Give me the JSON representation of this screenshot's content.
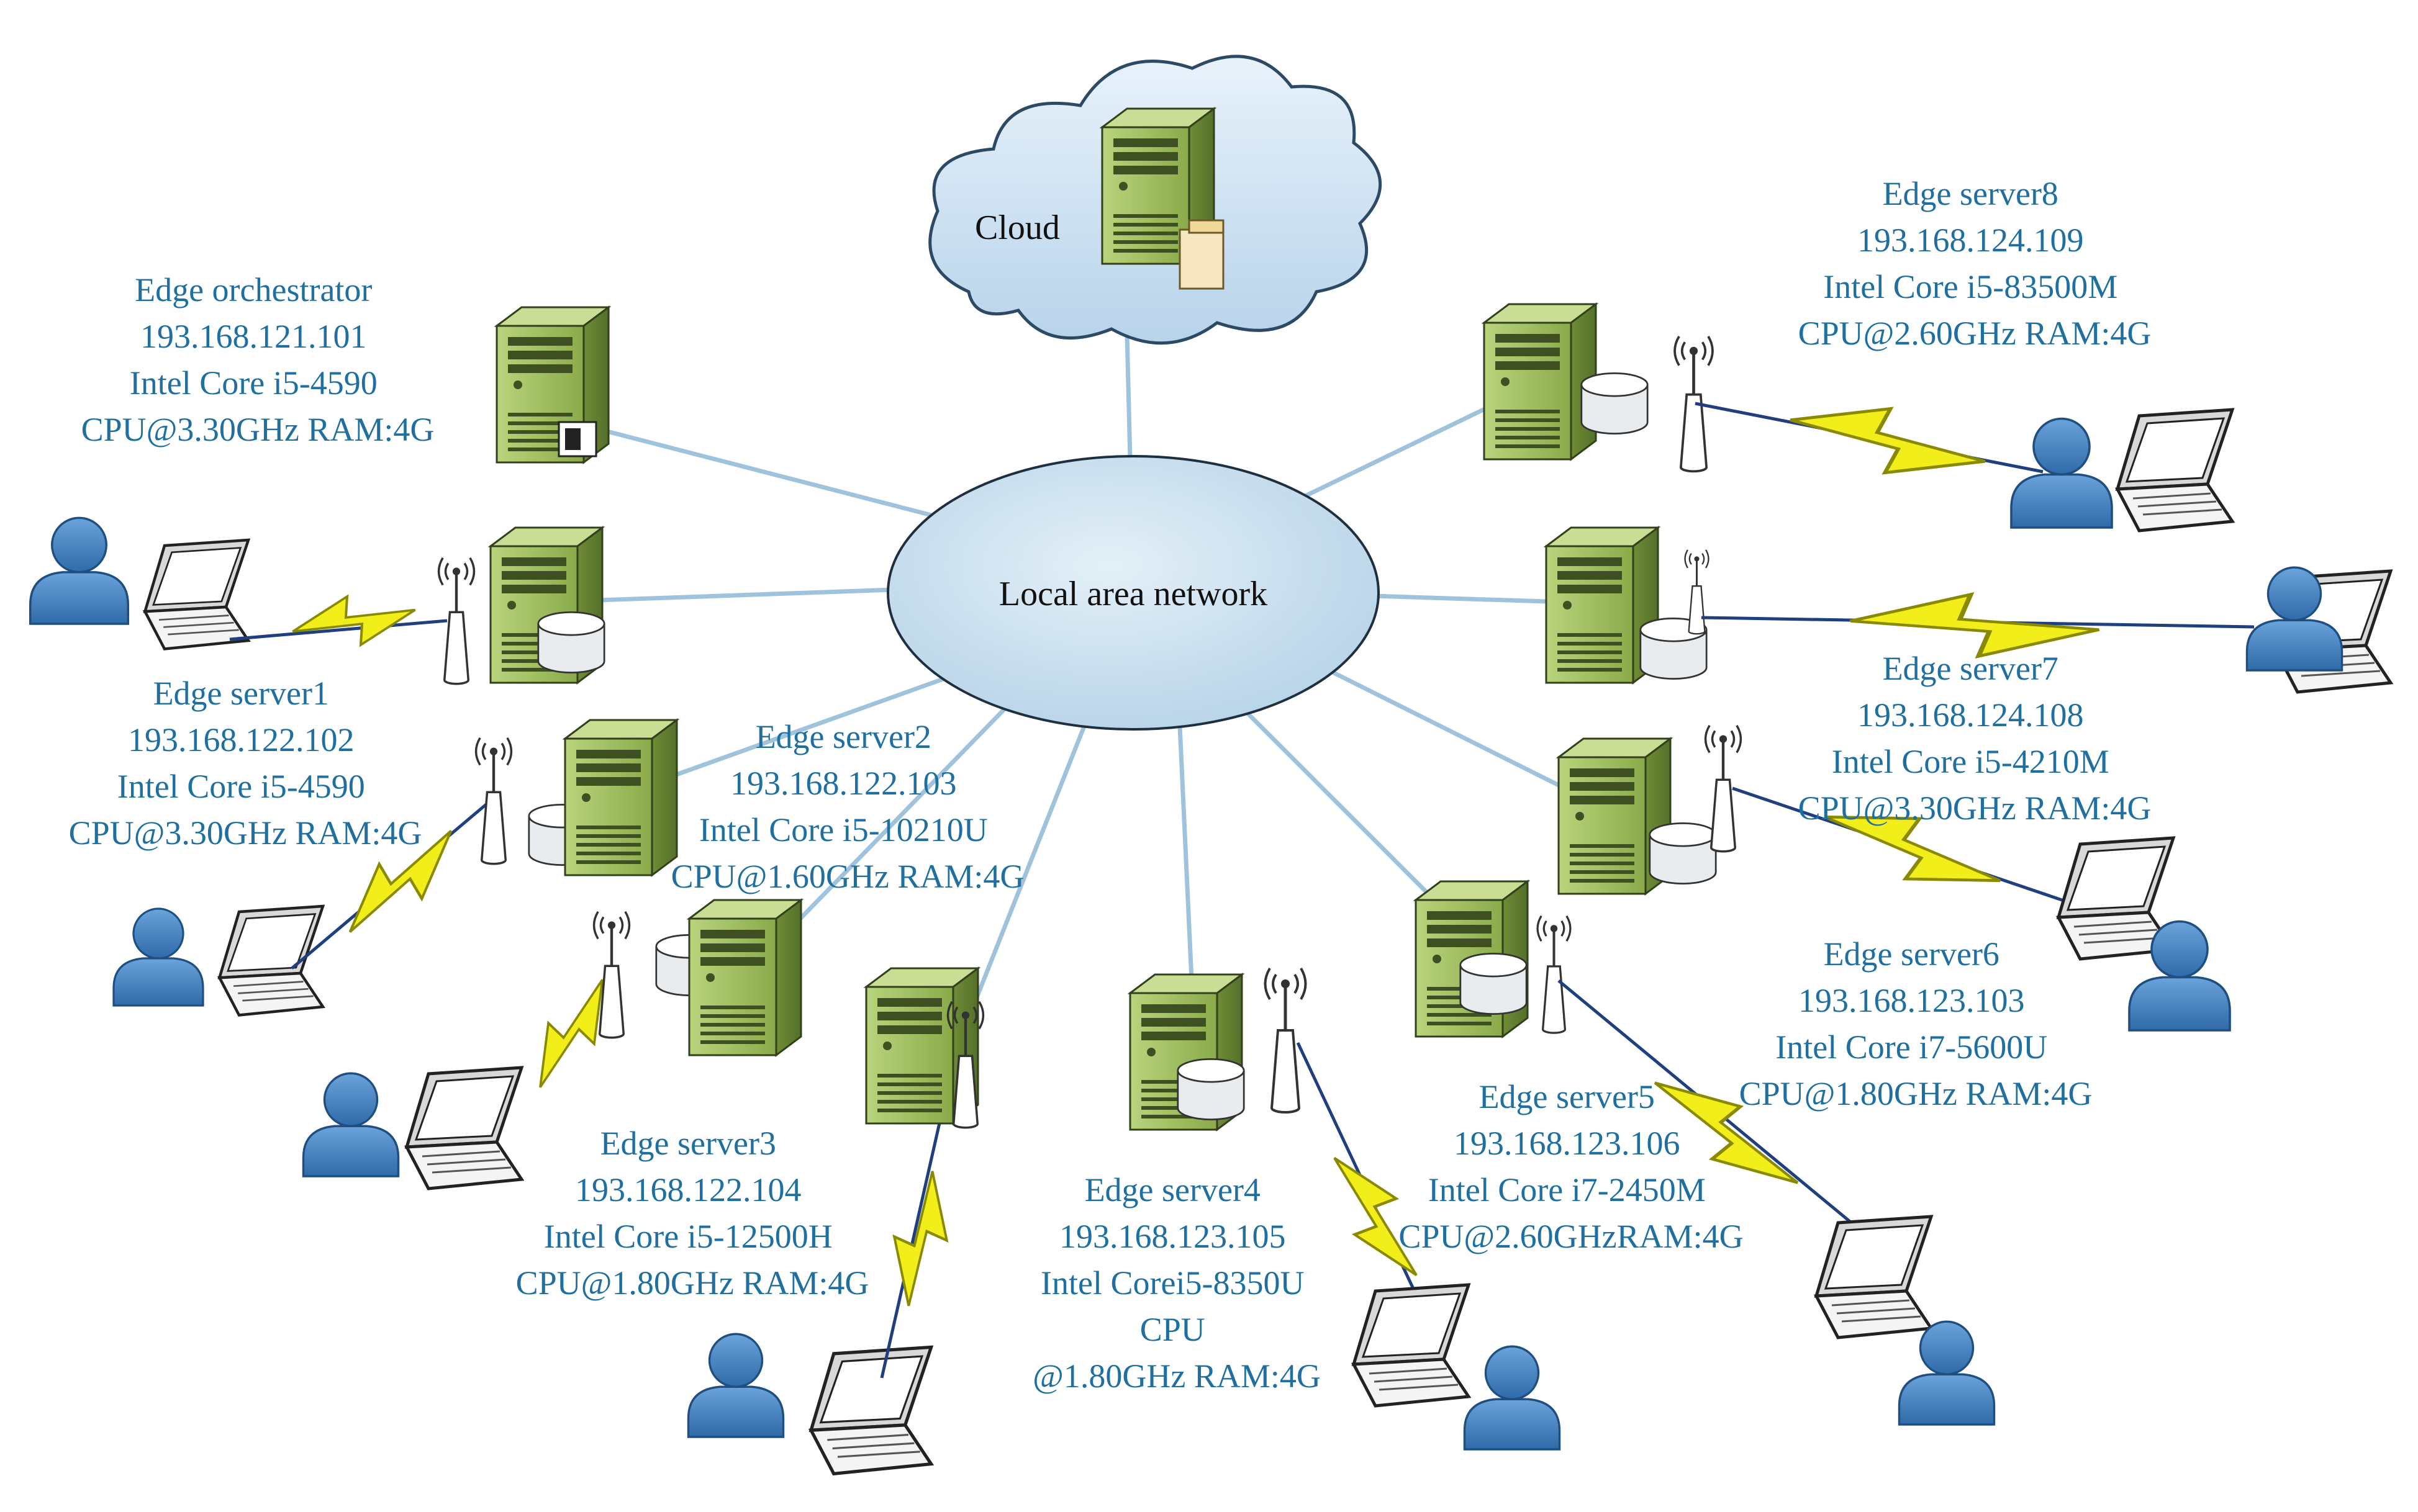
{
  "hub": {
    "label": "Local area network"
  },
  "cloud": {
    "label": "Cloud"
  },
  "orchestrator": {
    "lines": [
      "Edge orchestrator",
      "193.168.121.101",
      "Intel Core i5-4590",
      "CPU@3.30GHz RAM:4G"
    ]
  },
  "servers": [
    {
      "id": 1,
      "lines": [
        "Edge server1",
        "193.168.122.102",
        "Intel Core i5-4590",
        "CPU@3.30GHz RAM:4G"
      ]
    },
    {
      "id": 2,
      "lines": [
        "Edge server2",
        "193.168.122.103",
        "Intel Core i5-10210U",
        "CPU@1.60GHz RAM:4G"
      ]
    },
    {
      "id": 3,
      "lines": [
        "Edge server3",
        "193.168.122.104",
        "Intel Core i5-12500H",
        "CPU@1.80GHz RAM:4G"
      ]
    },
    {
      "id": 4,
      "lines": [
        "Edge server4",
        "193.168.123.105",
        "Intel Corei5-8350U",
        "CPU",
        "@1.80GHz RAM:4G"
      ]
    },
    {
      "id": 5,
      "lines": [
        "Edge server5",
        "193.168.123.106",
        "Intel Core i7-2450M",
        "CPU@2.60GHzRAM:4G"
      ]
    },
    {
      "id": 6,
      "lines": [
        "Edge server6",
        "193.168.123.103",
        "Intel Core i7-5600U",
        "CPU@1.80GHz RAM:4G"
      ]
    },
    {
      "id": 7,
      "lines": [
        "Edge server7",
        "193.168.124.108",
        "Intel Core i5-4210M",
        "CPU@3.30GHz RAM:4G"
      ]
    },
    {
      "id": 8,
      "lines": [
        "Edge server8",
        "193.168.124.109",
        "Intel Core i5-83500M",
        "CPU@2.60GHz  RAM:4G"
      ]
    }
  ],
  "colors": {
    "label_text": "#1f6fa0",
    "link_line": "#9fc3dc",
    "hub_fill": "#c7dfee",
    "server_green": "#9bbb59",
    "wireless_bolt": "#f2ee1a",
    "user_blue": "#4a86c5"
  },
  "icons": [
    "cloud-icon",
    "server-icon",
    "database-icon",
    "antenna-icon",
    "laptop-icon",
    "user-icon",
    "wireless-link-icon"
  ]
}
